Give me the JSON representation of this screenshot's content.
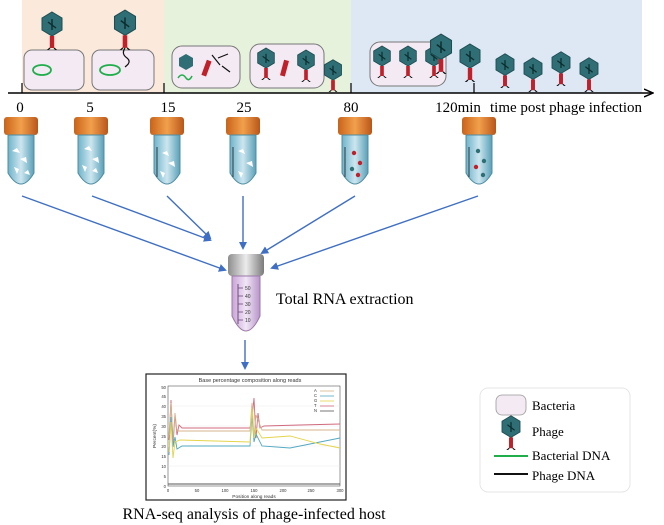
{
  "timeline": {
    "ticks": [
      "0",
      "5",
      "15",
      "25",
      "80",
      "120min"
    ],
    "axis_label": "time post phage infection"
  },
  "extraction_label": "Total RNA extraction",
  "bottom_caption": "RNA-seq analysis of phage-infected host",
  "legend": {
    "bacteria": "Bacteria",
    "phage": "Phage",
    "bacterial_dna": "Bacterial DNA",
    "phage_dna": "Phage DNA"
  },
  "chart_inset": {
    "title": "Base percentage composition along reads",
    "xlabel": "Position along reads",
    "ylabel": "Percent(%)",
    "y_ticks": [
      "0",
      "5",
      "10",
      "15",
      "20",
      "25",
      "30",
      "35",
      "40",
      "45",
      "50"
    ],
    "x_ticks": [
      "0",
      "50",
      "100",
      "150",
      "200",
      "250",
      "300"
    ],
    "legend": [
      "A",
      "C",
      "G",
      "T",
      "N"
    ]
  },
  "tube_scale_labels": [
    "50",
    "40",
    "30",
    "20",
    "10"
  ],
  "colors": {
    "panel_early": "#fbe9dc",
    "panel_mid": "#e6f2dc",
    "panel_late": "#dde8f4",
    "bacteria_fill": "#f3eaf3",
    "phage_head": "#2e6e74",
    "phage_tail": "#c0202a",
    "bacterial_dna": "#1fae4a",
    "arrow": "#3f6fc4",
    "cap": "#e07b1e"
  }
}
